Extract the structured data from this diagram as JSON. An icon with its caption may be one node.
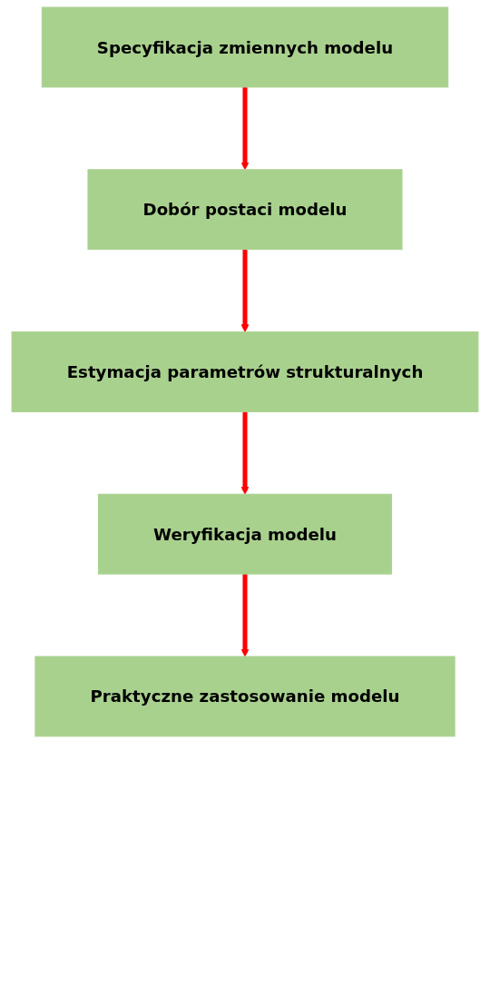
{
  "diagram": {
    "nodes": [
      {
        "text": [
          "Specyfikacja zmiennych modelu"
        ]
      },
      {
        "text": [
          "Dobór postaci modelu"
        ]
      },
      {
        "text": [
          "Estymacja parametrów strukturalnych"
        ]
      },
      {
        "text": [
          "Weryfikacja modelu"
        ]
      },
      {
        "text": [
          "Praktyczne zastosowanie modelu"
        ]
      }
    ],
    "edges": [
      {
        "from": 0,
        "to": 1,
        "arrow": "to",
        "color": "#ff0000"
      },
      {
        "from": 1,
        "to": 2,
        "arrow": "to",
        "color": "#ff0000"
      },
      {
        "from": 2,
        "to": 3,
        "arrow": "to",
        "color": "#ff0000"
      },
      {
        "from": 3,
        "to": 4,
        "arrow": "to",
        "color": "#ff0000"
      }
    ]
  }
}
